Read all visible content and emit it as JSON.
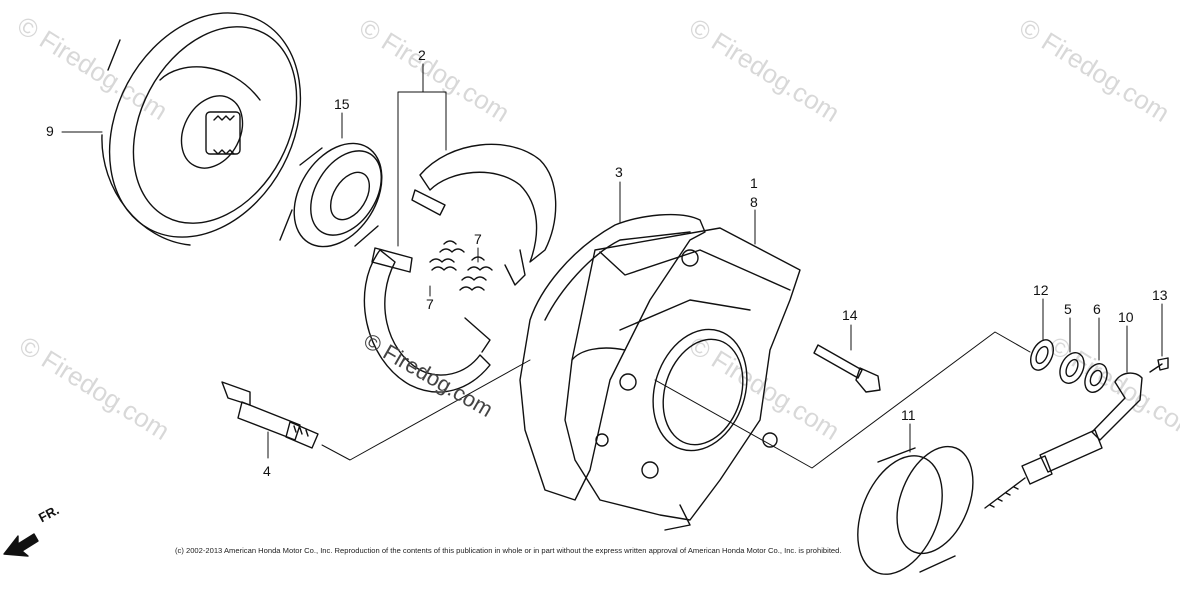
{
  "watermark": {
    "text": "© Firedog.com",
    "inline_text": "© Firedog.com"
  },
  "callouts": {
    "c1": "1",
    "c2": "2",
    "c3": "3",
    "c4": "4",
    "c5": "5",
    "c6": "6",
    "c7a": "7",
    "c7b": "7",
    "c8": "8",
    "c9": "9",
    "c10": "10",
    "c11": "11",
    "c12": "12",
    "c13": "13",
    "c14": "14",
    "c15": "15"
  },
  "front_indicator": "FR.",
  "copyright": "(c) 2002-2013 American Honda Motor Co., Inc. Reproduction of the contents of this publication in whole or in part without the express written approval of American Honda Motor Co., Inc. is prohibited.",
  "colors": {
    "line": "#111111",
    "watermark": "#d8d8d8",
    "background": "#ffffff"
  }
}
